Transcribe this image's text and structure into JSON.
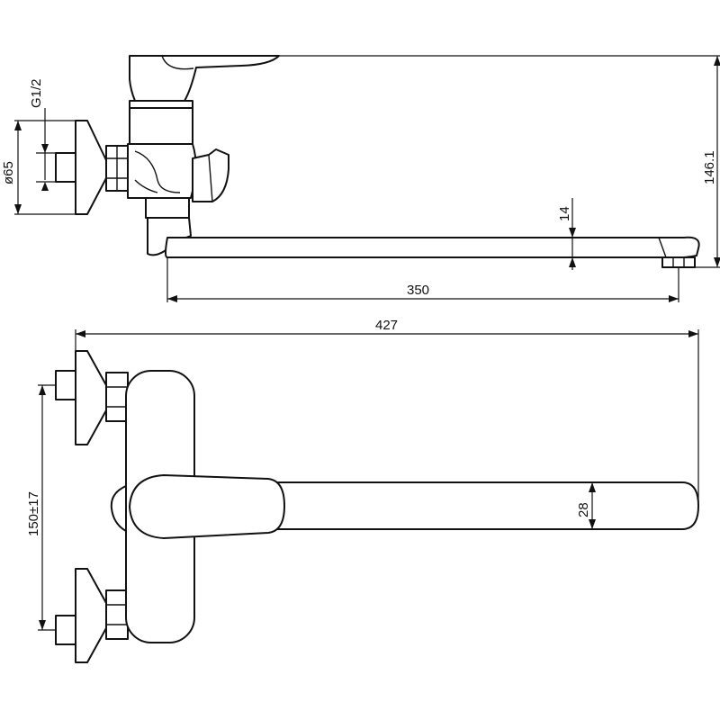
{
  "dimensions": {
    "inlet_thread": "G1/2",
    "flange_diameter": "ø65",
    "total_height": "146.1",
    "spout_height": "14",
    "spout_reach": "350",
    "total_length": "427",
    "inlet_spacing": "150±17",
    "spout_width": "28"
  }
}
